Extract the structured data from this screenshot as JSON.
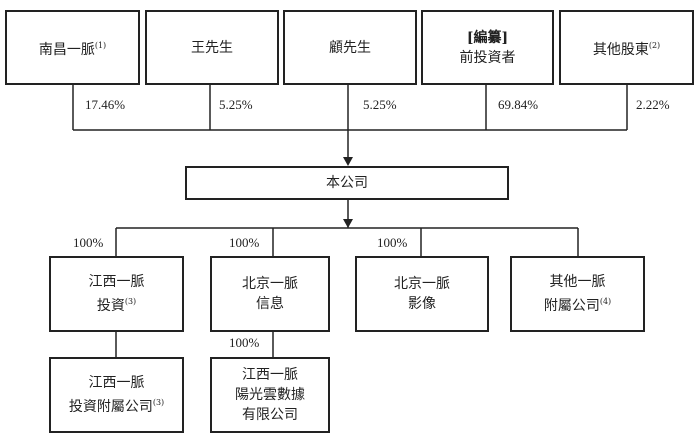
{
  "shareholders": [
    {
      "name": "南昌一脈",
      "note": "(1)",
      "pct": "17.46%"
    },
    {
      "name": "王先生",
      "note": "",
      "pct": "5.25%"
    },
    {
      "name": "顧先生",
      "note": "",
      "pct": "5.25%"
    },
    {
      "name_bold": "[編纂]",
      "name": "前投資者",
      "note": "",
      "pct": "69.84%"
    },
    {
      "name": "其他股東",
      "note": "(2)",
      "pct": "2.22%"
    }
  ],
  "company": "本公司",
  "subsidiaries": [
    {
      "line1": "江西一脈",
      "line2": "投資",
      "note": "(3)",
      "pct": "100%"
    },
    {
      "line1": "北京一脈",
      "line2": "信息",
      "note": "",
      "pct": "100%"
    },
    {
      "line1": "北京一脈",
      "line2": "影像",
      "note": "",
      "pct": "100%"
    },
    {
      "line1": "其他一脈",
      "line2": "附屬公司",
      "note": "(4)",
      "pct": ""
    }
  ],
  "sub_subsidiaries": [
    {
      "line1": "江西一脈",
      "line2": "投資附屬公司",
      "note": "(3)",
      "pct": ""
    },
    {
      "line1": "江西一脈",
      "line2": "陽光雲數據",
      "line3": "有限公司",
      "note": "",
      "pct": "100%"
    }
  ]
}
